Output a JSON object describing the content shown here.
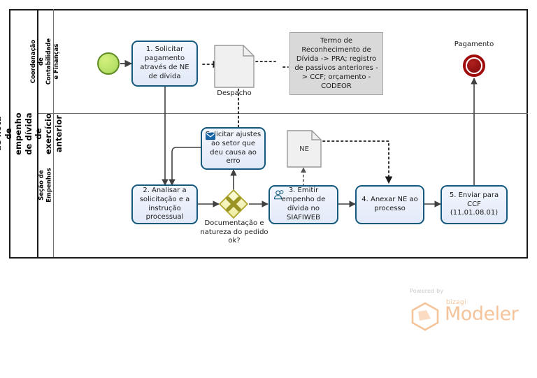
{
  "pool": {
    "title": "Emissão de nota de empenho de dívida de exercício anterior"
  },
  "lanes": [
    {
      "label": "Coordenação de Contabilidade e Finanças"
    },
    {
      "label": "Seção de Empenhos"
    }
  ],
  "events": {
    "start": {
      "name": "start-event",
      "label": ""
    },
    "end": {
      "name": "end-event",
      "label": "Pagamento"
    }
  },
  "tasks": [
    {
      "id": "task1",
      "label": "1. Solicitar pagamento através de NE de dívida",
      "icon": "none"
    },
    {
      "id": "task_msg",
      "label": "Solicitar ajustes ao setor que deu causa ao erro",
      "icon": "envelope-icon"
    },
    {
      "id": "task2",
      "label": "2. Analisar a solicitação e a instrução processual",
      "icon": "none"
    },
    {
      "id": "task3",
      "label": "3. Emitir empenho de dívida no SIAFIWEB",
      "icon": "user-icon"
    },
    {
      "id": "task4",
      "label": "4. Anexar NE ao processo",
      "icon": "none"
    },
    {
      "id": "task5",
      "label": "5. Enviar para CCF (11.01.08.01)",
      "icon": "none"
    }
  ],
  "gateway": {
    "type": "exclusive",
    "label": "Documentação e natureza do pedido ok?"
  },
  "documents": [
    {
      "id": "doc_despacho",
      "label": "Despacho",
      "inner": ""
    },
    {
      "id": "doc_ne",
      "label": "",
      "inner": "NE"
    }
  ],
  "annotations": [
    {
      "id": "annot1",
      "text": "Termo de Reconhecimento de Dívida -> PRA; registro de passivos anteriores -> CCF; orçamento - CODEOR"
    }
  ],
  "watermark": {
    "powered_by": "Powered by",
    "brand": "bizagi",
    "product": "Modeler"
  },
  "colors": {
    "task_border": "#15597e",
    "task_fill": "#e9eff9",
    "gateway_border": "#b5ad39",
    "gateway_fill": "#f0eda0",
    "start_event": "#b9e26a",
    "end_event": "#a00c0c",
    "annotation_fill": "#d9d9d9",
    "watermark": "#f6c49b"
  }
}
